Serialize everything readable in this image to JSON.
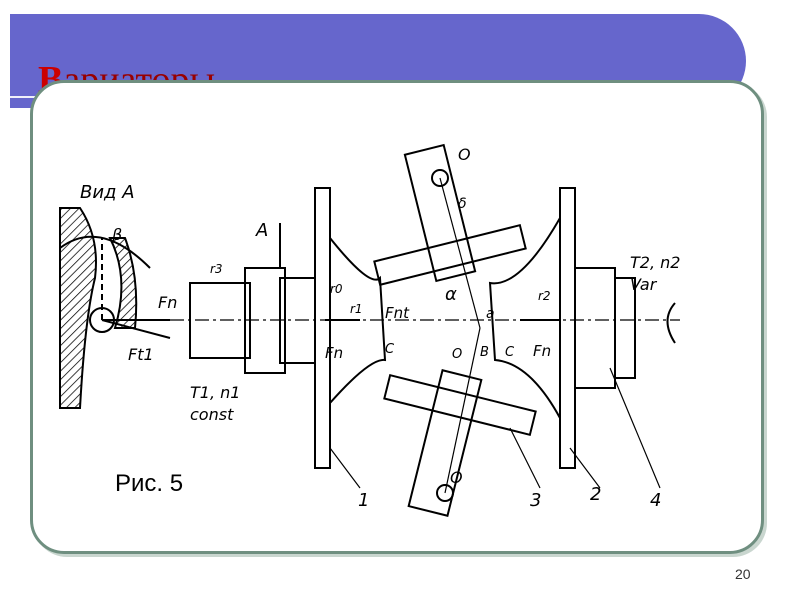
{
  "slide": {
    "title_first": "В",
    "title_rest": "ариаторы",
    "caption": "Рис. 5",
    "page_number": "20",
    "title_bar_color": "#6666cc",
    "border_color": "#6f8f80"
  },
  "drawing": {
    "view_label": "Вид А",
    "arrow_label": "A",
    "beta": "β",
    "alpha": "α",
    "label_fn": "Fn",
    "label_ft1": "Ft1",
    "label_fnt": "Fnt",
    "label_c": "C",
    "label_o": "O",
    "label_b": "B",
    "label_a": "a",
    "label_r1": "r1",
    "label_r2": "r2",
    "label_r0": "r0",
    "label_r3": "r3",
    "label_delta": "δ",
    "input_params": "T1, n1",
    "input_const": "const",
    "output_params": "T2, n2",
    "output_var": "Var",
    "part_1": "1",
    "part_2": "2",
    "part_3": "3",
    "part_4": "4"
  }
}
